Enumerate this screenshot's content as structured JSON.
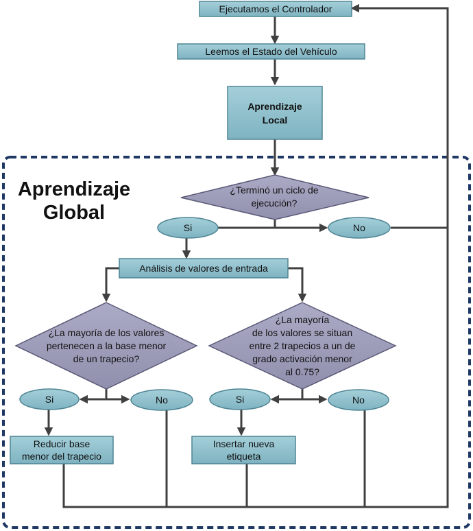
{
  "region_title": "Aprendizaje\nGlobal",
  "nodes": {
    "ejecutar": "Ejecutamos el Controlador",
    "leer": "Leemos el Estado del Vehículo",
    "aprendizaje_local": "Aprendizaje\nLocal",
    "termino": "¿Terminó un ciclo de\nejecución?",
    "si_1": "Si",
    "no_1": "No",
    "analisis": "Análisis de valores de entrada",
    "mayoria_base": "¿La mayoría de los valores\npertenecen a la base menor\nde un trapecio?",
    "mayoria_trapecios": "¿La mayoría\nde los valores se situan\nentre 2 trapecios a un  de\ngrado activación menor\nal 0.75?",
    "si_2": "Si",
    "no_2": "No",
    "si_3": "Si",
    "no_3": "No",
    "reducir": "Reducir base\nmenor del trapecio",
    "insertar": "Insertar nueva\netiqueta"
  },
  "colors": {
    "process_fill": "#87bcc9",
    "process_stroke": "#4f8594",
    "decision_fill": "#9c9cb8",
    "decision_stroke": "#5a5a78",
    "terminal_fill": "#87bcc9",
    "connector": "#404040",
    "region_border": "#1f3763"
  }
}
